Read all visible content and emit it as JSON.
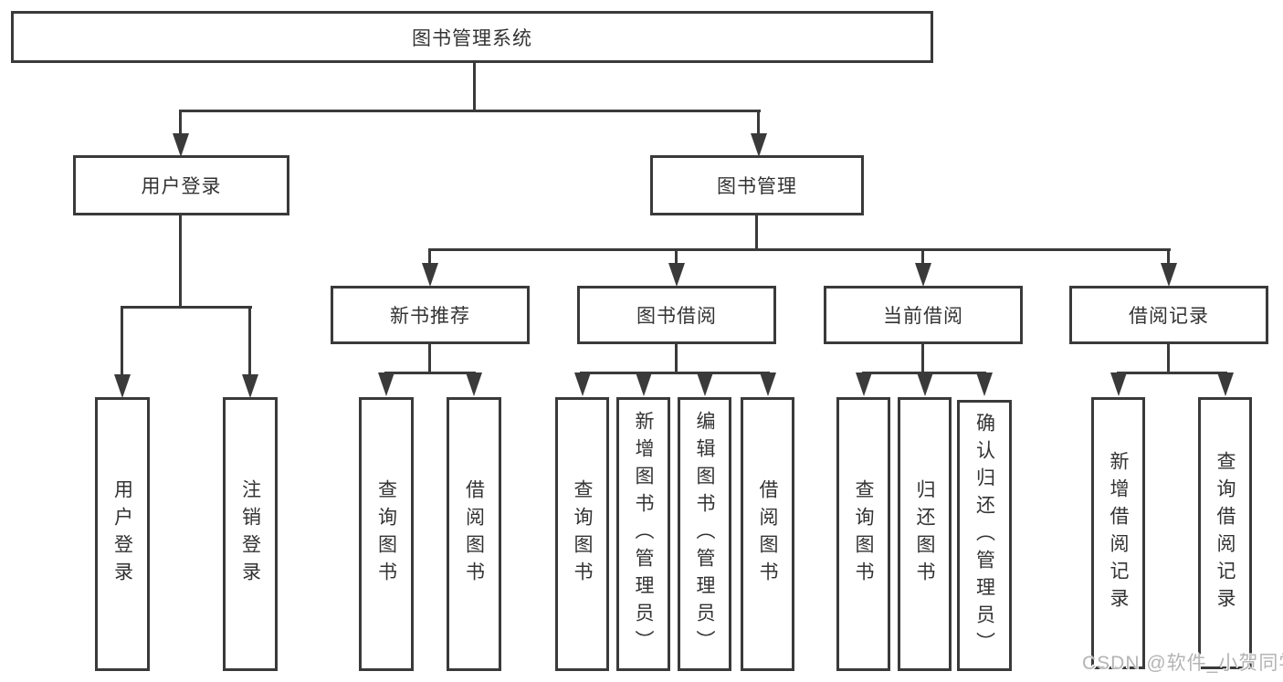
{
  "tree": {
    "root": "图书管理系统",
    "user_login": "用户登录",
    "book_management": "图书管理",
    "modules": [
      "新书推荐",
      "图书借阅",
      "当前借阅",
      "借阅记录"
    ],
    "user_login_children": [
      "用户登录",
      "注销登录"
    ],
    "new_book_children": [
      "查询图书",
      "借阅图书"
    ],
    "book_borrow_children": [
      "查询图书",
      "新增图书（管理员）",
      "编辑图书（管理员）",
      "借阅图书"
    ],
    "current_borrow_children": [
      "查询图书",
      "归还图书",
      "确认归还（管理员）"
    ],
    "borrow_record_children": [
      "新增借阅记录",
      "查询借阅记录"
    ]
  },
  "watermark": "CSDN @软件_小贺同学",
  "colors": {
    "line": "#3a3a3a",
    "text": "#333333",
    "watermark": "#b4b4b4",
    "background": "#ffffff"
  }
}
